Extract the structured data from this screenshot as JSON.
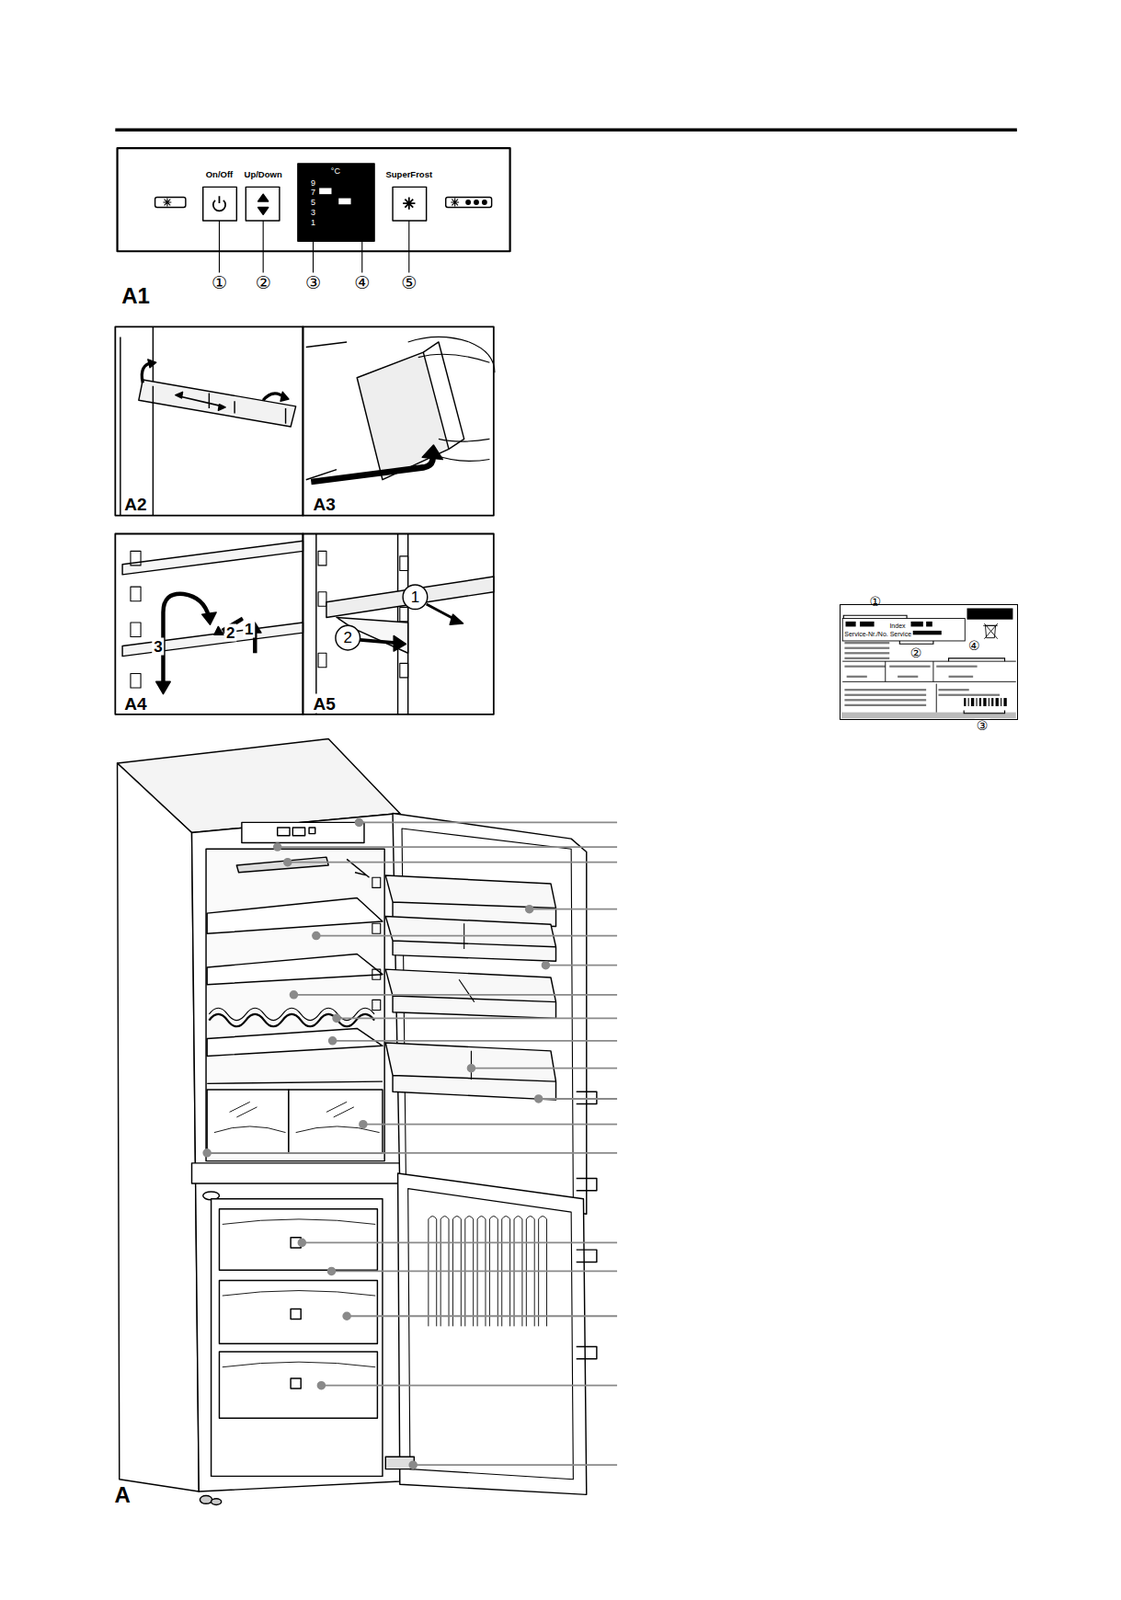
{
  "diagram": {
    "nodes": [
      {
        "text": [
          "°C",
          "9",
          "7",
          "5",
          "3",
          "1"
        ]
      },
      {
        "text": [
          "Index",
          "Service-Nr./No. Service"
        ]
      }
    ],
    "labels": [
      "On/Off",
      "Up/Down",
      "SuperFrost",
      "①",
      "②",
      "③",
      "④",
      "⑤",
      "A1",
      "A2",
      "A3",
      "2",
      "1",
      "3",
      "A4",
      "1",
      "2",
      "A5",
      "①",
      "②",
      "④",
      "③",
      "A"
    ]
  }
}
